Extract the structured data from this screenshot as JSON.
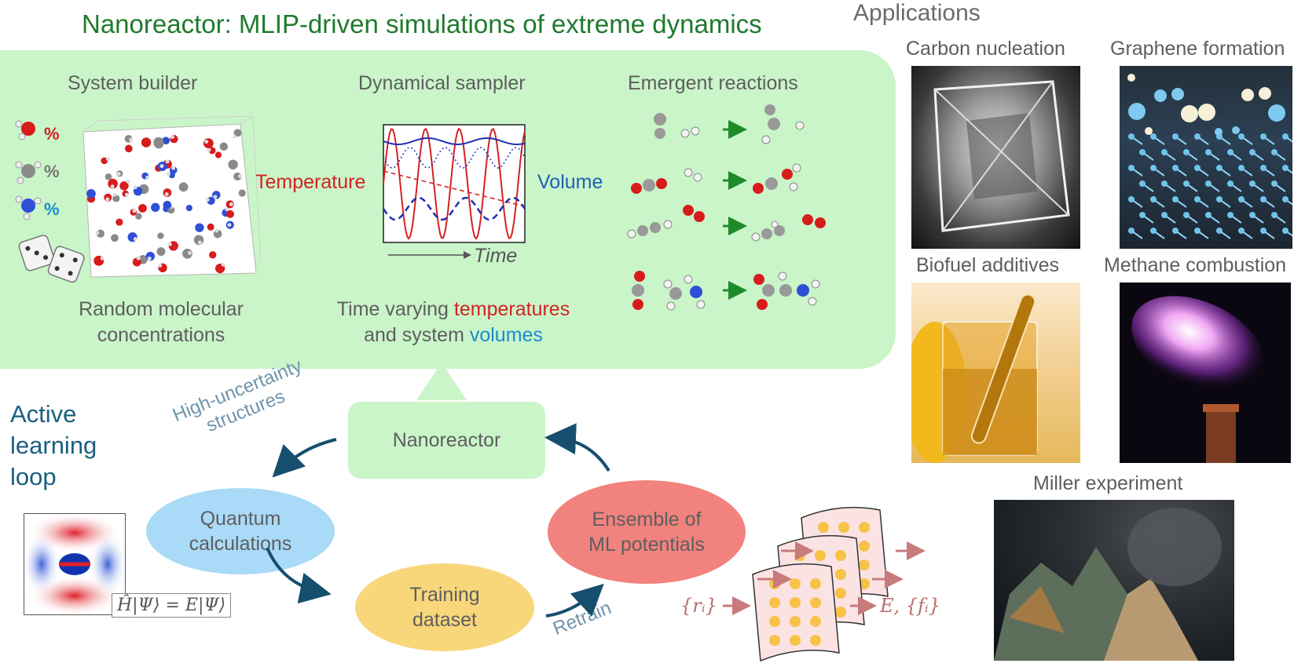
{
  "title": "Nanoreactor: MLIP-driven simulations of extreme dynamics",
  "applications_heading": "Applications",
  "nanoreactor_panel": {
    "system_builder": "System builder",
    "dynamical_sampler": "Dynamical sampler",
    "emergent_reactions": "Emergent reactions",
    "percent_symbol": "%",
    "temperature_label": "Temperature",
    "volume_label": "Volume",
    "time_label": "Time",
    "random_caption_line1": "Random molecular",
    "random_caption_line2": "concentrations",
    "time_varying_prefix": "Time varying ",
    "time_varying_temperatures": "temperatures",
    "and_system": "and system ",
    "volumes": "volumes"
  },
  "loop": {
    "active_line1": "Active",
    "active_line2": "learning",
    "active_line3": "loop",
    "high_uncertainty_line1": "High-uncertainty",
    "high_uncertainty_line2": "structures",
    "nanoreactor": "Nanoreactor",
    "quantum_line1": "Quantum",
    "quantum_line2": "calculations",
    "training_line1": "Training",
    "training_line2": "dataset",
    "ensemble_line1": "Ensemble of",
    "ensemble_line2": "ML potentials",
    "retrain": "Retrain",
    "schrodinger": "Ĥ|Ψ⟩ = E|Ψ⟩",
    "input_symbol": "{rᵢ}",
    "output_symbol": "E, {fᵢ}"
  },
  "applications": [
    {
      "label": "Carbon nucleation"
    },
    {
      "label": "Graphene formation"
    },
    {
      "label": "Biofuel additives"
    },
    {
      "label": "Methane combustion"
    },
    {
      "label": "Miller experiment"
    }
  ],
  "colors": {
    "panel_green": "#c9f5c9",
    "title_green": "#1f7a2c",
    "temperature_red": "#d42222",
    "volume_blue": "#1f5fb3",
    "quantum_blue": "#a9daf7",
    "training_yellow": "#f8d77b",
    "ensemble_red": "#f1827d",
    "arrow_navy": "#164f6e",
    "reaction_arrow_green": "#1f8a2a"
  }
}
